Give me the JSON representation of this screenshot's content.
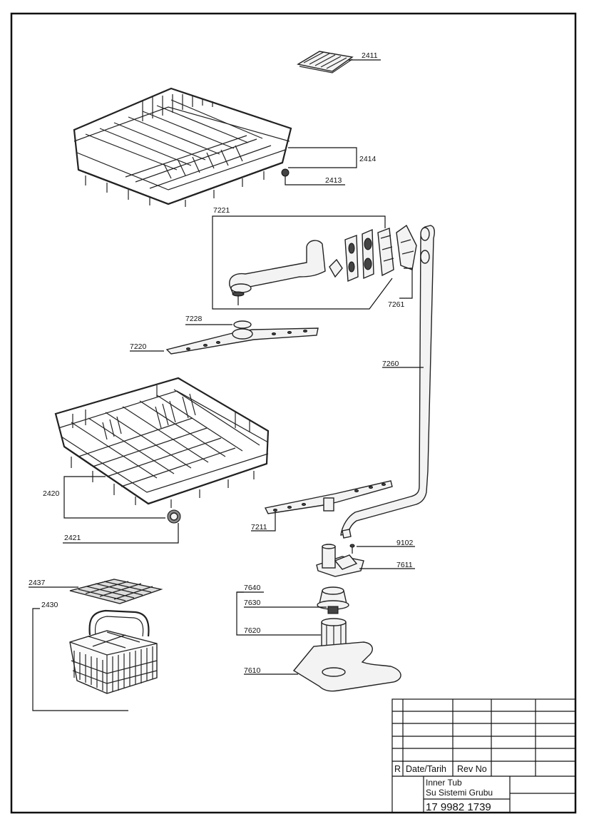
{
  "labels": {
    "p2411": "2411",
    "p2414": "2414",
    "p2413": "2413",
    "p7221": "7221",
    "p7261": "7261",
    "p7228": "7228",
    "p7220": "7220",
    "p7260": "7260",
    "p2420": "2420",
    "p2421": "2421",
    "p7211": "7211",
    "p9102": "9102",
    "p7611": "7611",
    "p2437": "2437",
    "p7640": "7640",
    "p2430": "2430",
    "p7630": "7630",
    "p7620": "7620",
    "p7610": "7610"
  },
  "title_block": {
    "rev_r": "R",
    "date_header": "Date/Tarih",
    "rev_no_header": "Rev No",
    "title_line1": "Inner Tub",
    "title_line2": "Su Sistemi Grubu",
    "part_number": "17 9982 1739"
  }
}
